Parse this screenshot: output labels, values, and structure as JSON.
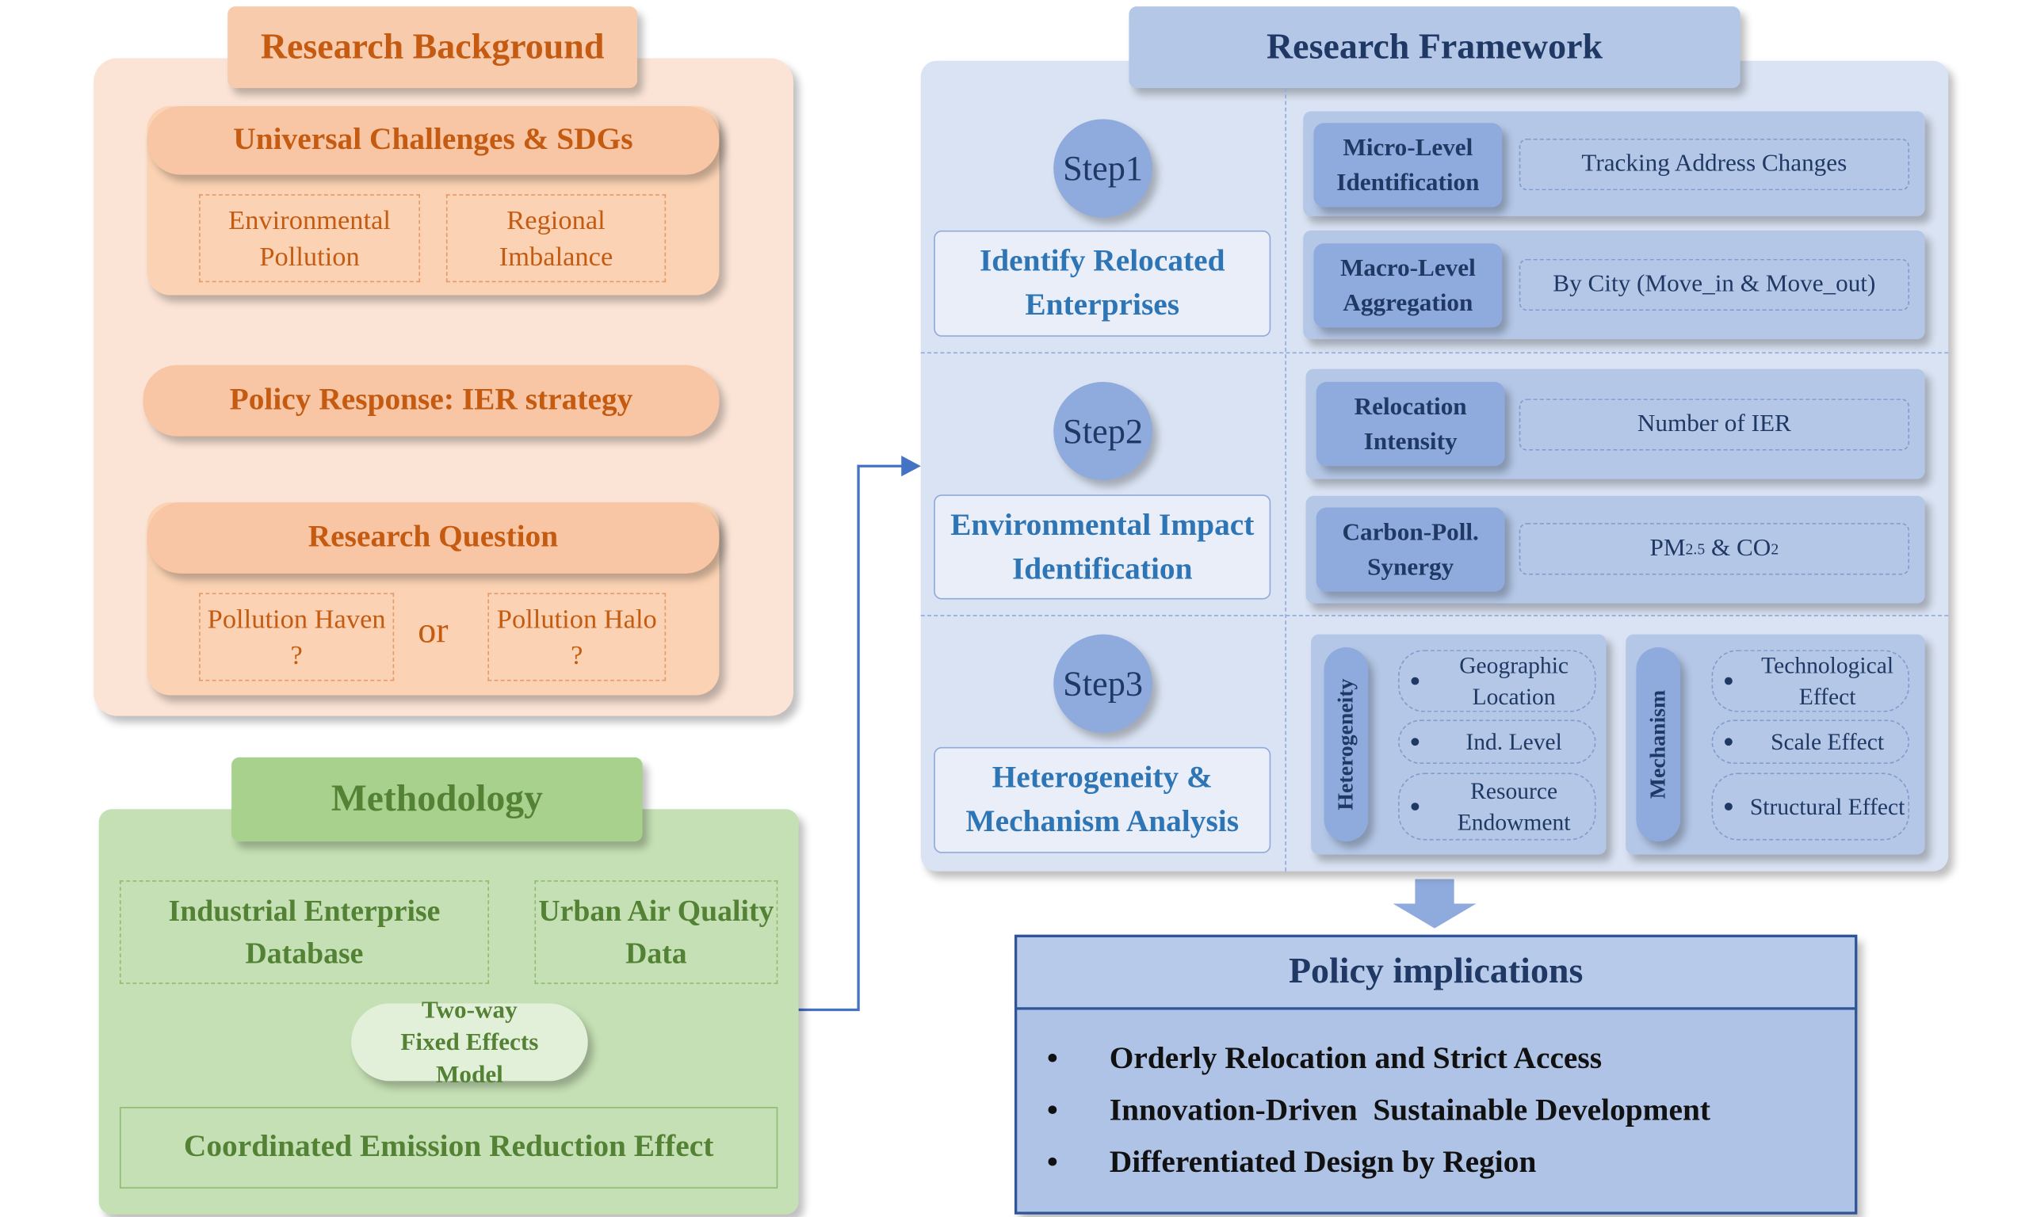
{
  "background": {
    "title": "Research Background",
    "challenges": {
      "title": "Universal Challenges & SDGs",
      "items": [
        "Environmental Pollution",
        "Regional Imbalance"
      ]
    },
    "policy_response": "Policy Response: IER strategy",
    "question": {
      "title": "Research Question",
      "options": [
        "Pollution Haven ?",
        "Pollution Halo ?"
      ],
      "connector": "or"
    }
  },
  "methodology": {
    "title": "Methodology",
    "sources": [
      "Industrial Enterprise Database",
      "Urban Air Quality Data"
    ],
    "model": "Two-way Fixed Effects Model",
    "result": "Coordinated Emission Reduction Effect"
  },
  "framework": {
    "title": "Research Framework",
    "steps": [
      {
        "step": "Step1",
        "label": "Identify Relocated Enterprises",
        "rows": [
          {
            "tag": "Micro-Level Identification",
            "detail": "Tracking Address Changes"
          },
          {
            "tag": "Macro-Level Aggregation",
            "detail": "By City (Move_in & Move_out)"
          }
        ]
      },
      {
        "step": "Step2",
        "label": "Environmental Impact Identification",
        "rows": [
          {
            "tag": "Relocation Intensity",
            "detail": "Number of IER"
          },
          {
            "tag": "Carbon-Poll. Synergy",
            "detail": "PM",
            "detail_sub": "2.5",
            "detail_mid": " & CO",
            "detail_sub2": "2"
          }
        ]
      },
      {
        "step": "Step3",
        "label": "Heterogeneity & Mechanism Analysis",
        "groups": [
          {
            "title": "Heterogeneity",
            "items": [
              "Geographic Location",
              "Ind. Level",
              "Resource Endowment"
            ]
          },
          {
            "title": "Mechanism",
            "items": [
              "Technological Effect",
              "Scale Effect",
              "Structural Effect"
            ]
          }
        ]
      }
    ]
  },
  "policy": {
    "title": "Policy implications",
    "items": [
      "Orderly Relocation and Strict Access",
      "Innovation-Driven  Sustainable Development",
      "Differentiated Design by Region"
    ]
  }
}
